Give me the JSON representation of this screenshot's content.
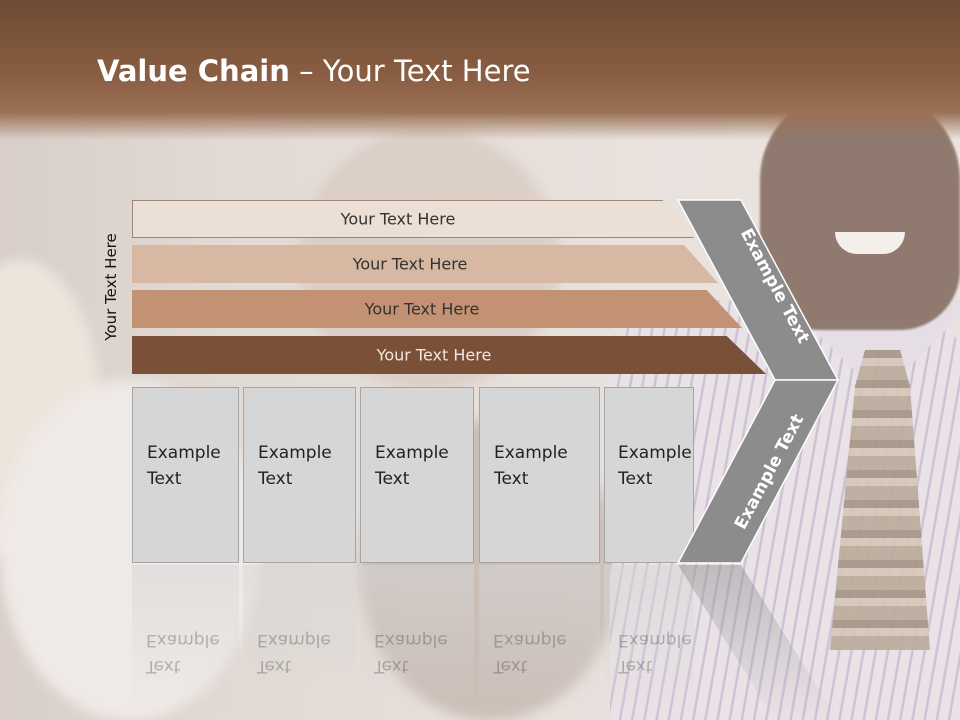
{
  "slide": {
    "title_bold": "Value Chain",
    "title_rest": " – Your Text Here",
    "side_label": "Your Text Here"
  },
  "bars": [
    {
      "label": "Your Text Here"
    },
    {
      "label": "Your Text Here"
    },
    {
      "label": "Your Text Here"
    },
    {
      "label": "Your Text Here"
    }
  ],
  "boxes": [
    {
      "line1": "Example",
      "line2": "Text"
    },
    {
      "line1": "Example",
      "line2": "Text"
    },
    {
      "line1": "Example",
      "line2": "Text"
    },
    {
      "line1": "Example",
      "line2": "Text"
    },
    {
      "line1": "Example",
      "line2": "Text"
    }
  ],
  "chevron": {
    "upper_label": "Example Text",
    "lower_label": "Example Text",
    "fill_color": "#8c8c8c"
  },
  "colors": {
    "header_brown": "#8a5e42",
    "bar_1": "#ecdfd6",
    "bar_2": "#d7b8a3",
    "bar_3": "#c29272",
    "bar_4": "#7a5138",
    "box_gray": "#d6d6d6"
  }
}
